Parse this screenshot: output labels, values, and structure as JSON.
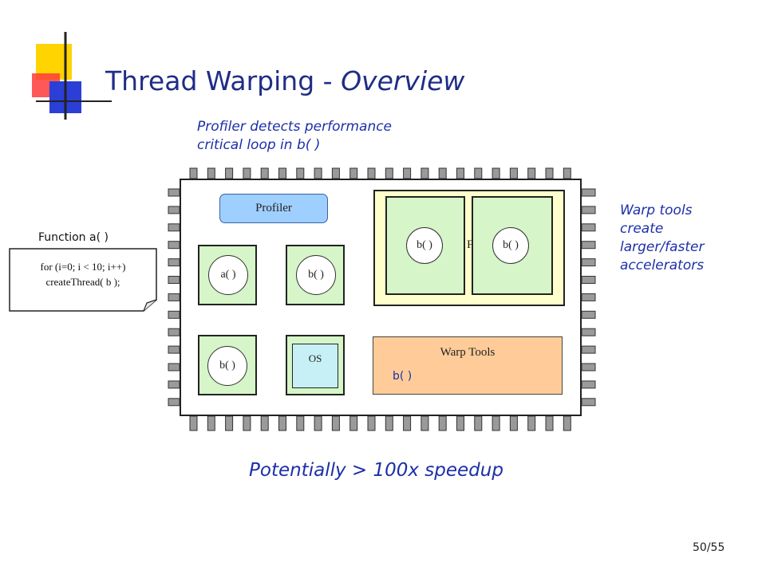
{
  "title": {
    "main": "Thread Warping - ",
    "emphasis": "Overview"
  },
  "annotations": {
    "profiler_note": [
      "Profiler detects performance",
      "critical loop in b( )"
    ],
    "warp_note": [
      "Warp tools",
      "create",
      "larger/faster",
      "accelerators"
    ],
    "speedup": "Potentially > 100x speedup"
  },
  "function_card": {
    "label": "Function a( )",
    "code": [
      "for (i=0; i < 10; i++)",
      "createThread( b );"
    ]
  },
  "chip": {
    "profiler": "Profiler",
    "cores": {
      "a1": "a( )",
      "b1": "b( )",
      "b2": "b( )",
      "os": "OS"
    },
    "fpga": {
      "label_fragment": "F",
      "accel_1": "b( )",
      "accel_2": "b( )"
    },
    "warp_tools": {
      "label": "Warp Tools",
      "content": "b( )"
    }
  },
  "page_number": "50/55",
  "colors": {
    "title": "#1f2d86",
    "annotation": "#1c2fa8",
    "core_green": "#d6f5c8",
    "fpga_yellow": "#ffffcc",
    "warp_orange": "#ffcc99",
    "profiler_blue": "#9fcfff",
    "os_cyan": "#c6f0f6"
  }
}
